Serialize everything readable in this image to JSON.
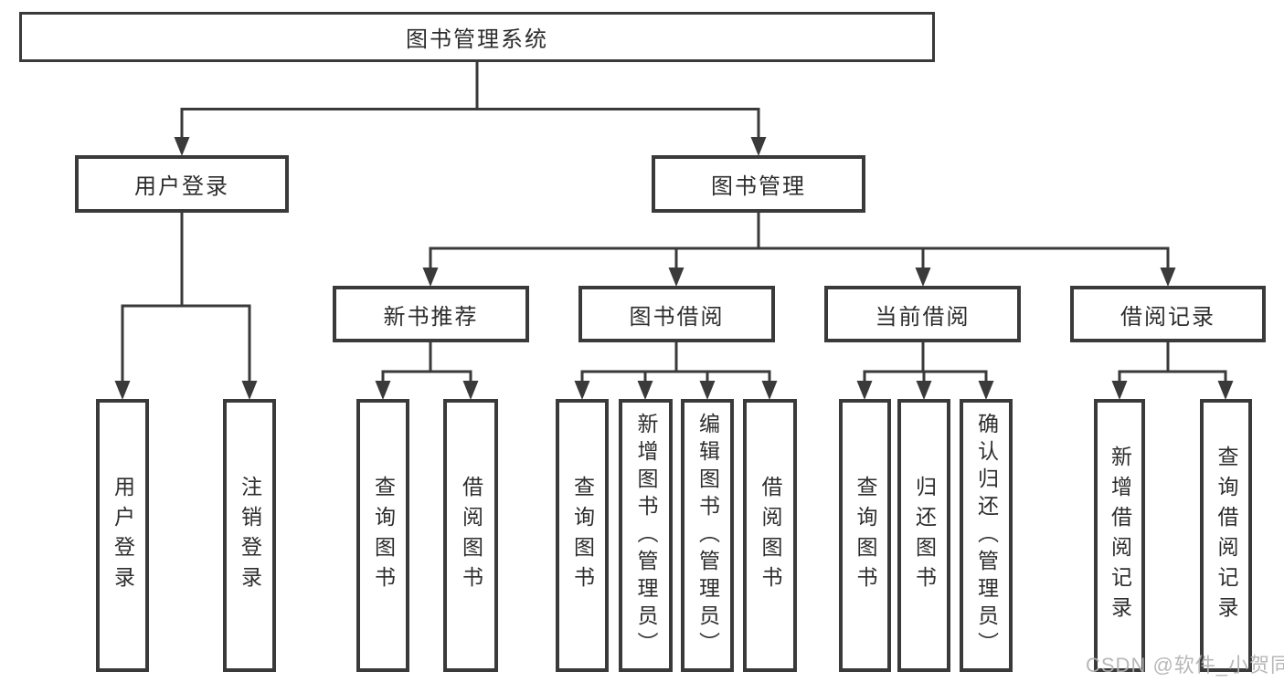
{
  "diagram_type": "hierarchy-tree",
  "tree": {
    "label": "图书管理系统",
    "children": [
      {
        "label": "用户登录",
        "children": [
          {
            "label": "用户登录"
          },
          {
            "label": "注销登录"
          }
        ]
      },
      {
        "label": "图书管理",
        "children": [
          {
            "label": "新书推荐",
            "children": [
              {
                "label": "查询图书"
              },
              {
                "label": "借阅图书"
              }
            ]
          },
          {
            "label": "图书借阅",
            "children": [
              {
                "label": "查询图书"
              },
              {
                "label": "新增图书（管理员）"
              },
              {
                "label": "编辑图书（管理员）"
              },
              {
                "label": "借阅图书"
              }
            ]
          },
          {
            "label": "当前借阅",
            "children": [
              {
                "label": "查询图书"
              },
              {
                "label": "归还图书"
              },
              {
                "label": "确认归还（管理员）"
              }
            ]
          },
          {
            "label": "借阅记录",
            "children": [
              {
                "label": "新增借阅记录"
              },
              {
                "label": "查询借阅记录"
              }
            ]
          }
        ]
      }
    ]
  },
  "watermark": {
    "text": "CSDN @软件_小贺同学"
  },
  "colors": {
    "line": "#3a3a3a",
    "box_border": "#3a3a3a",
    "text": "#2d2d2d",
    "watermark": "#b2b2b2",
    "background": "#ffffff"
  }
}
